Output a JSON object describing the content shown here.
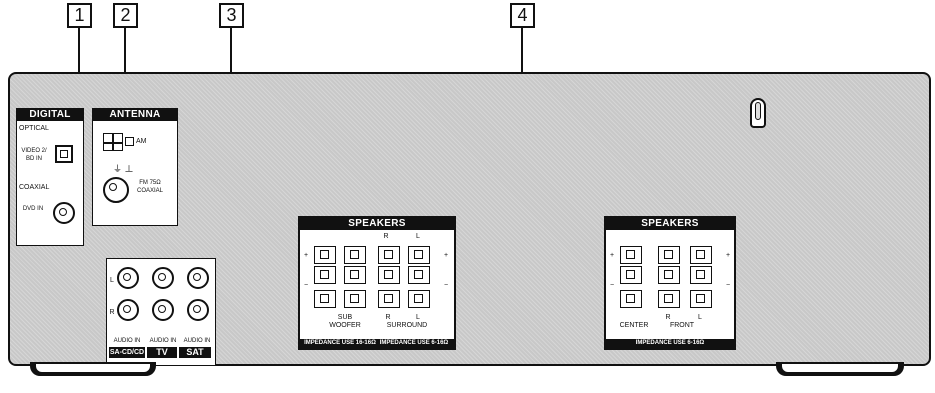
{
  "callouts": [
    "1",
    "2",
    "3",
    "4"
  ],
  "digital": {
    "title": "DIGITAL",
    "optical": "OPTICAL",
    "video_in": "VIDEO 2/ BD IN",
    "coaxial": "COAXIAL",
    "dvd_in": "DVD IN"
  },
  "antenna": {
    "title": "ANTENNA",
    "am": "AM",
    "fm": "FM 75Ω COAXIAL"
  },
  "audio_inputs": {
    "l": "L",
    "r": "R",
    "sa_cd_label": "AUDIO IN",
    "tv_label": "AUDIO IN",
    "sat_label": "AUDIO IN",
    "sa_cd": "SA-CD/CD",
    "tv": "TV",
    "sat": "SAT"
  },
  "speakers_left": {
    "title": "SPEAKERS",
    "r": "R",
    "l": "L",
    "sub": "SUB WOOFER",
    "surround": "SURROUND",
    "impedance1": "IMPEDANCE USE 16-16Ω",
    "impedance2": "IMPEDANCE USE 6-16Ω"
  },
  "speakers_right": {
    "title": "SPEAKERS",
    "r": "R",
    "l": "L",
    "center": "CENTER",
    "front": "FRONT",
    "impedance": "IMPEDANCE USE 6-16Ω"
  }
}
